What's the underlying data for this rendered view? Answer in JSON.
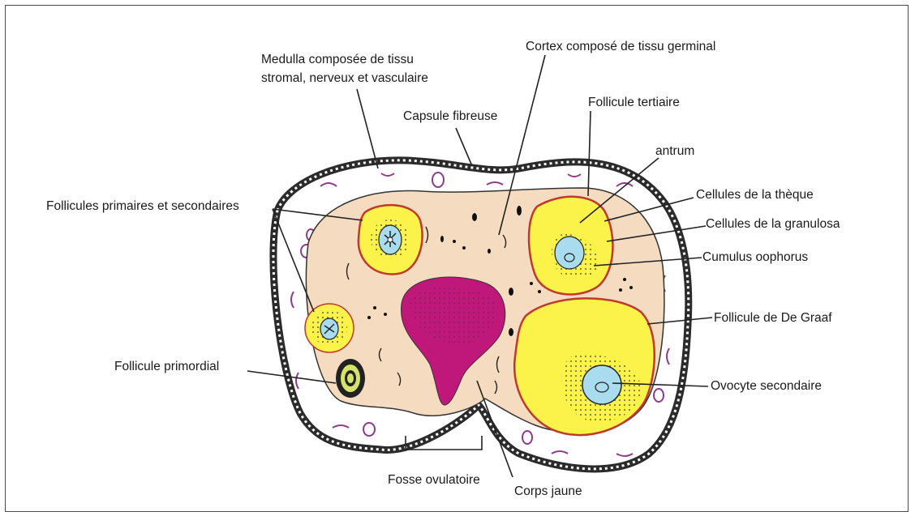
{
  "labels": {
    "medulla_line1": "Medulla composée de tissu",
    "medulla_line2": "stromal, nerveux et vasculaire",
    "cortex": "Cortex composé de tissu germinal",
    "capsule": "Capsule fibreuse",
    "follicule_tertiaire": "Follicule tertiaire",
    "antrum": "antrum",
    "theque": "Cellules de la thèque",
    "granulosa": "Cellules de la granulosa",
    "cumulus": "Cumulus oophorus",
    "de_graaf": "Follicule de De Graaf",
    "ovocyte": "Ovocyte secondaire",
    "primaires_secondaires": "Follicules primaires et secondaires",
    "primordial": "Follicule primordial",
    "fosse": "Fosse ovulatoire",
    "corps_jaune": "Corps jaune"
  },
  "colors": {
    "capsule_outline": "#2b2b2b",
    "medulla": "#ffffff",
    "cortex": "#f5dcc0",
    "follicle_yellow": "#fbf34a",
    "follicle_border": "#c0392b",
    "oocyte": "#a9dcef",
    "corps_jaune": "#c0177a",
    "vessels": "#8e3b8e"
  }
}
